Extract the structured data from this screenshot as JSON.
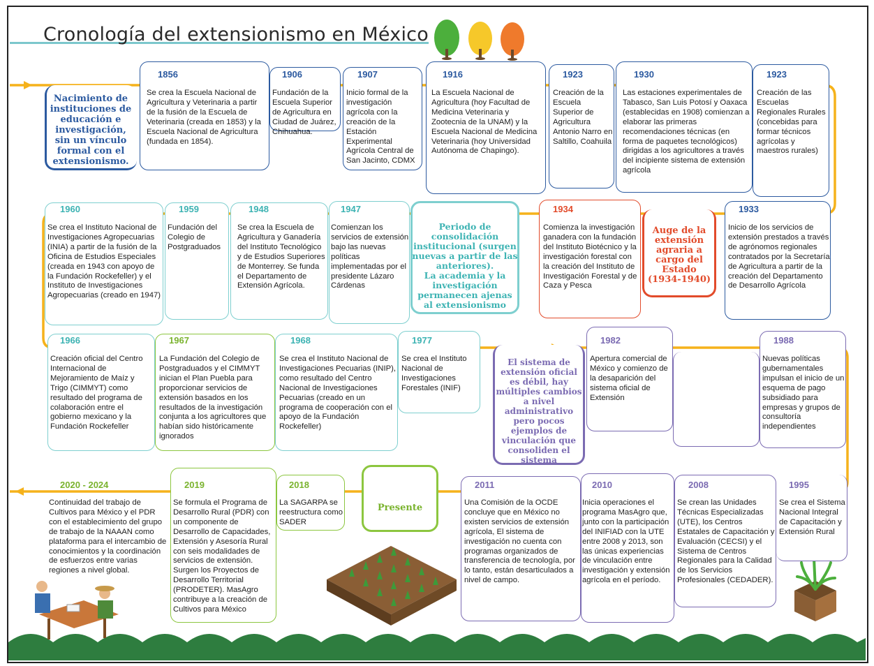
{
  "title": "Cronología del extensionismo en México",
  "colors": {
    "blue": "#2c5aa0",
    "teal": "#3db3b3",
    "green": "#7ab32e",
    "red": "#e24b2b",
    "purple": "#7b6bb2",
    "timeline": "#f5b21b"
  },
  "row1": {
    "heading": "Nacimiento de instituciones de educación e investigación, sin un vínculo formal con el extensionismo.",
    "events": [
      {
        "year": "1856",
        "text": "Se crea la Escuela Nacional de Agricultura y Veterinaria a partir de la fusión de la Escuela de Veterinaria (creada en 1853) y la Escuela Nacional de Agricultura (fundada en 1854)."
      },
      {
        "year": "1906",
        "text": "Fundación de la Escuela Superior de Agricultura en Ciudad de Juárez, Chihuahua."
      },
      {
        "year": "1907",
        "text": "Inicio formal de la investigación agrícola con la creación de la Estación Experimental Agrícola Central de San Jacinto, CDMX"
      },
      {
        "year": "1916",
        "text": "La Escuela Nacional de Agricultura (hoy Facultad de Medicina Veterinaria y Zootecnia de la UNAM) y la Escuela Nacional de Medicina Veterinaria (hoy Universidad Autónoma de Chapingo)."
      },
      {
        "year": "1923",
        "text": "Creación de la Escuela Superior de Agricultura Antonio Narro en Saltillo, Coahuila"
      },
      {
        "year": "1930",
        "text": "Las estaciones experimentales de Tabasco, San Luis Potosí y Oaxaca (establecidas en 1908) comienzan a elaborar las primeras recomendaciones técnicas (en forma de paquetes tecnológicos) dirigidas a los agricultores a través del incipiente sistema de extensión agrícola"
      },
      {
        "year": "1923",
        "text": "Creación de las Escuelas Regionales Rurales (concebidas para formar técnicos agrícolas y maestros rurales)"
      }
    ]
  },
  "row2": {
    "heading_teal": "Periodo de consolidación institucional (surgen nuevas a partir de las anteriores).",
    "heading_teal2": "La academia y la investigación permanecen ajenas al extensionismo",
    "heading_red": "Auge de la extensión agraria a cargo del Estado (1934-1940)",
    "events": [
      {
        "year": "1960",
        "text": "Se crea el Instituto Nacional de Investigaciones Agropecuarias (INIA) a partir de la fusión de la Oficina de Estudios Especiales (creada en 1943 con apoyo de la Fundación Rockefeller) y el Instituto de Investigaciones Agropecuarias (creado en 1947)"
      },
      {
        "year": "1959",
        "text": "Fundación del Colegio de Postgraduados"
      },
      {
        "year": "1948",
        "text": "Se crea la Escuela de Agricultura y Ganadería del Instituto Tecnológico y de Estudios Superiores de Monterrey. Se funda el Departamento de Extensión Agrícola."
      },
      {
        "year": "1947",
        "text": "Comienzan los servicios de extensión bajo las nuevas políticas implementadas por el presidente Lázaro Cárdenas"
      },
      {
        "year": "1934",
        "text": "Comienza la investigación ganadera con la fundación del Instituto Biotécnico y la investigación forestal con la creación del Instituto de Investigación Forestal y de Caza y Pesca"
      },
      {
        "year": "1933",
        "text": "Inicio de los servicios de extensión prestados a través de agrónomos regionales contratados por la Secretaría de Agricultura a partir de la creación del Departamento de Desarrollo Agrícola"
      }
    ]
  },
  "row3": {
    "heading_purple": "El sistema de extensión oficial es débil, hay múltiples cambios a nivel administrativo pero pocos ejemplos de vinculación que consoliden el sistema",
    "events": [
      {
        "year": "1966",
        "text": "Creación oficial del Centro Internacional de Mejoramiento de Maíz y Trigo (CIMMYT) como resultado del programa de colaboración entre el gobierno mexicano y la Fundación Rockefeller"
      },
      {
        "year": "1967",
        "text": "La Fundación del Colegio de Postgraduados y el CIMMYT inician el Plan Puebla para proporcionar servicios de extensión basados en los resultados de la investigación conjunta a los agricultores que habían sido históricamente ignorados"
      },
      {
        "year": "1968",
        "text": "Se crea el Instituto Nacional de Investigaciones Pecuarias (INIP), como resultado del Centro Nacional de Investigaciones Pecuarias (creado en un programa de cooperación con el apoyo de la Fundación Rockefeller)"
      },
      {
        "year": "1977",
        "text": "Se crea el Instituto Nacional de Investigaciones Forestales (INIF)"
      },
      {
        "year": "1982",
        "text": "Apertura comercial de México y comienzo de la desaparición del sistema oficial de Extensión"
      },
      {
        "year": "1988",
        "text": "Nuevas políticas gubernamentales impulsan el inicio de un esquema de pago subsidiado para empresas y grupos de consultoría independientes"
      }
    ]
  },
  "row4": {
    "present": "Presente",
    "events": [
      {
        "year": "2020 - 2024",
        "text": "Continuidad del trabajo de Cultivos para México y el PDR con el establecimiento del grupo de trabajo de la NAAAN como plataforma para el intercambio de conocimientos y la coordinación de esfuerzos entre varias regiones a nivel global."
      },
      {
        "year": "2019",
        "text": "Se formula el Programa de Desarrollo Rural (PDR) con un componente de Desarrollo de Capacidades, Extensión y Asesoría Rural con seis modalidades de servicios de extensión. Surgen los Proyectos de Desarrollo Territorial (PRODETER). MasAgro contribuye a la creación de Cultivos para México"
      },
      {
        "year": "2018",
        "text": "La SAGARPA se reestructura como SADER"
      },
      {
        "year": "2011",
        "text": "Una Comisión de la OCDE concluye que en México no existen servicios de extensión agrícola, El sistema de investigación no cuenta con programas organizados de transferencia de tecnología, por lo tanto, están desarticulados a nivel de campo."
      },
      {
        "year": "2010",
        "text": "Inicia operaciones el programa MasAgro que, junto con la participación del INIFIAD con la UTE entre 2008 y 2013, son las únicas experiencias de vinculación entre investigación y extensión agrícola en el período."
      },
      {
        "year": "2008",
        "text": "Se crean las Unidades Técnicas Especializadas (UTE), los Centros Estatales de Capacitación y Evaluación (CECSI) y el Sistema de Centros Regionales para la Calidad de los Servicios Profesionales (CEDADER)."
      },
      {
        "year": "1995",
        "text": "Se crea el Sistema Nacional Integral de Capacitación y Extensión Rural"
      }
    ]
  }
}
